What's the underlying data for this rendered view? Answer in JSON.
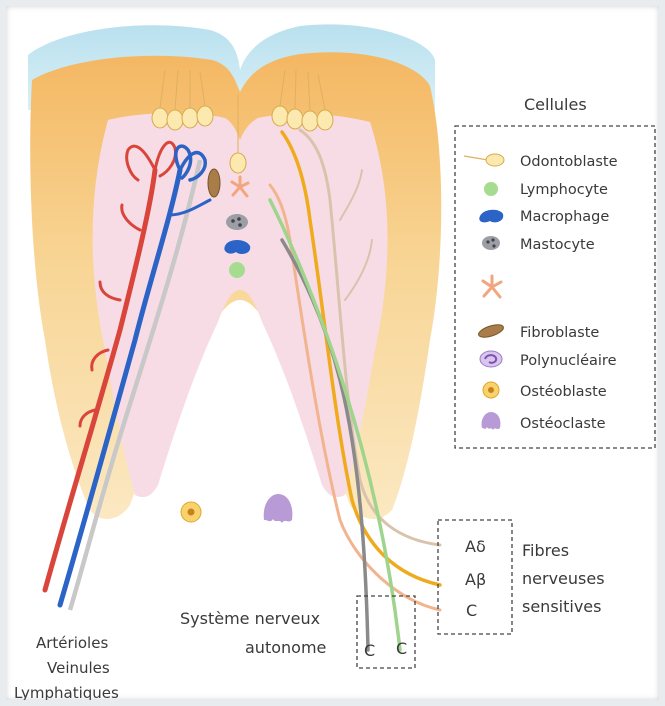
{
  "legend": {
    "title": "Cellules",
    "items": [
      {
        "label": "Odontoblaste",
        "icon": "odontoblast-icon"
      },
      {
        "label": "Lymphocyte",
        "icon": "lymphocyte-icon"
      },
      {
        "label": "Macrophage",
        "icon": "macrophage-icon"
      },
      {
        "label": "Mastocyte",
        "icon": "mastocyte-icon"
      },
      {
        "label": "",
        "icon": "dendritic-cell-icon"
      },
      {
        "label": "Fibroblaste",
        "icon": "fibroblast-icon"
      },
      {
        "label": "Polynucléaire",
        "icon": "polynuclear-icon"
      },
      {
        "label": "Ostéoblaste",
        "icon": "osteoblast-icon"
      },
      {
        "label": "Ostéoclaste",
        "icon": "osteoclast-icon"
      }
    ]
  },
  "fibres": {
    "labels": [
      "Aδ",
      "Aβ",
      "C"
    ],
    "group_label_line1": "Fibres",
    "group_label_line2": "nerveuses",
    "group_label_line3": "sensitives"
  },
  "autonomic": {
    "label_line1": "Système nerveux",
    "label_line2": "autonome",
    "fibre_labels": [
      "C",
      "C"
    ]
  },
  "vessels": {
    "line1": "Artérioles",
    "line2": "Veinules",
    "line3": "Lymphatiques"
  },
  "colors": {
    "enamel": "#bfe3ee",
    "dentin": "#f6c986",
    "pulp": "#f7dfe6",
    "artery": "#d9453a",
    "vein": "#2b63c6",
    "lymphatic": "#c8c8c8",
    "fibre_adelta": "#d9c3ad",
    "fibre_abeta": "#efab1e",
    "fibre_c": "#f2b48f",
    "autonomic_grey": "#8a8a8a",
    "autonomic_green": "#9fd48d"
  }
}
